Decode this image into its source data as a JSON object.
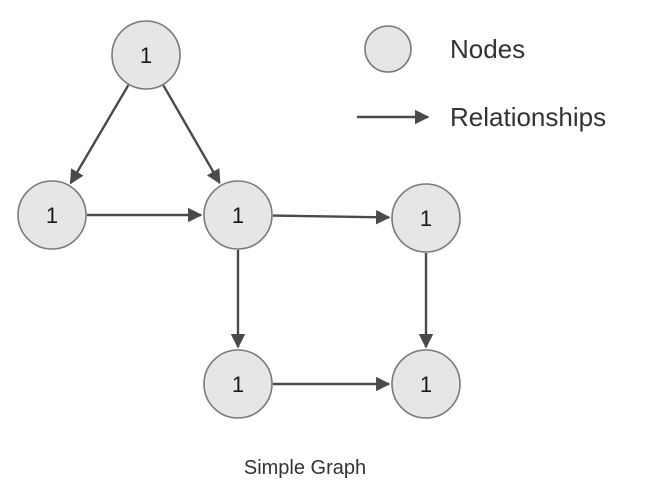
{
  "diagram": {
    "caption": "Simple Graph",
    "legend": {
      "nodes_label": "Nodes",
      "relationships_label": "Relationships"
    },
    "nodes": [
      {
        "id": "n-top",
        "label": "1"
      },
      {
        "id": "n-left",
        "label": "1"
      },
      {
        "id": "n-center",
        "label": "1"
      },
      {
        "id": "n-right",
        "label": "1"
      },
      {
        "id": "n-bottom-center",
        "label": "1"
      },
      {
        "id": "n-bottom-right",
        "label": "1"
      }
    ],
    "edges": [
      {
        "from": "n-top",
        "to": "n-left"
      },
      {
        "from": "n-top",
        "to": "n-center"
      },
      {
        "from": "n-left",
        "to": "n-center"
      },
      {
        "from": "n-center",
        "to": "n-right"
      },
      {
        "from": "n-center",
        "to": "n-bottom-center"
      },
      {
        "from": "n-right",
        "to": "n-bottom-right"
      },
      {
        "from": "n-bottom-center",
        "to": "n-bottom-right"
      }
    ],
    "colors": {
      "node_fill": "#e6e6e6",
      "node_stroke": "#7a7a7a",
      "edge": "#4a4a4a",
      "text": "#1a1a1a"
    }
  }
}
